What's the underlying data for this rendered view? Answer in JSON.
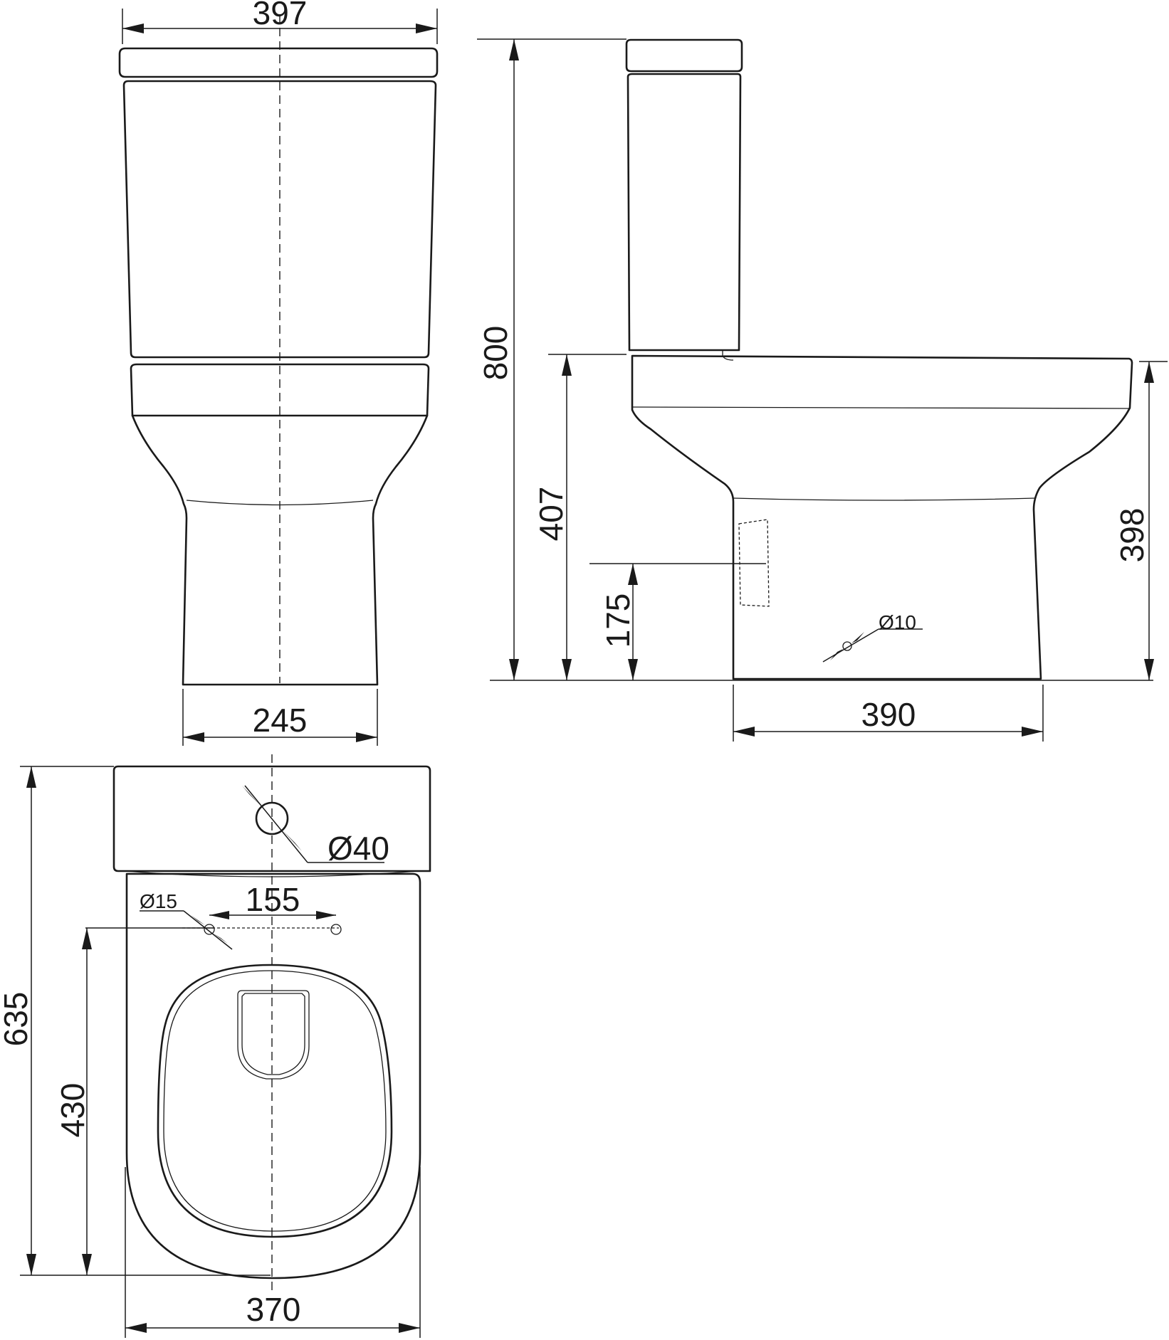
{
  "dimensions": {
    "tank_width": "397",
    "foot_width": "245",
    "total_height": "800",
    "seat_height": "407",
    "inlet_height": "175",
    "rim_height": "398",
    "base_depth": "390",
    "overall_depth": "635",
    "outlet_distance": "430",
    "bowl_width": "370",
    "bolt_spacing": "155",
    "flush_hole": "Ø40",
    "bolt_hole": "Ø15",
    "fixing_hole": "Ø10"
  }
}
